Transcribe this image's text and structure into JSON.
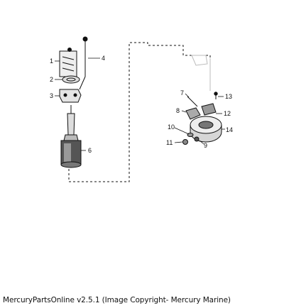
{
  "diagram": {
    "callouts": [
      "1",
      "2",
      "3",
      "4",
      "6",
      "7",
      "8",
      "9",
      "10",
      "11",
      "12",
      "13",
      "14"
    ]
  },
  "footer": {
    "caption": "MercuryPartsOnline v2.5.1 (Image Copyright- Mercury Marine)"
  },
  "colors": {
    "background": "#ffffff",
    "line": "#111111"
  }
}
